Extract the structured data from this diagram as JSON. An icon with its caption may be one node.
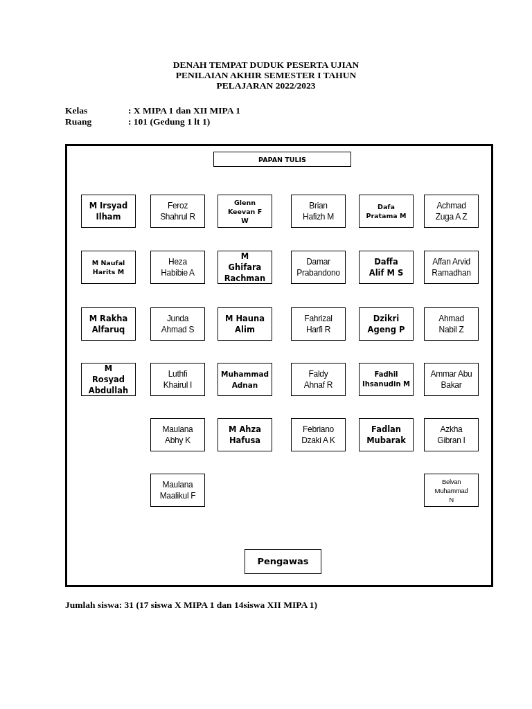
{
  "diagram": {
    "title": "DENAH TEMPAT DUDUK PESERTA UJIAN PENILAIAN AKHIR SEMESTER I TAHUN PELAJARAN 2022/2023",
    "nodes": [
      {
        "text": [],
        "shape": "box"
      },
      {
        "text": [
          "PAPAN TULIS"
        ],
        "in": 0
      },
      {
        "text": [
          "M Irsyad Ilham"
        ],
        "in": 0
      },
      {
        "text": [
          "Feroz Shahrul R"
        ],
        "in": 0
      },
      {
        "text": [
          "Glenn Keevan F W"
        ],
        "in": 0
      },
      {
        "text": [
          "Brian Hafizh M"
        ],
        "in": 0
      },
      {
        "text": [
          "Dafa Pratama M"
        ],
        "in": 0
      },
      {
        "text": [
          "Achmad Zuga A Z"
        ],
        "in": 0
      },
      {
        "text": [
          "M Naufal Harits M"
        ],
        "in": 0
      },
      {
        "text": [
          "Heza Habibie A"
        ],
        "in": 0
      },
      {
        "text": [
          "M Ghifara Rachman"
        ],
        "in": 0
      },
      {
        "text": [
          "Damar Prabandono"
        ],
        "in": 0
      },
      {
        "text": [
          "Daffa Alif M S"
        ],
        "in": 0
      },
      {
        "text": [
          "Affan Arvid Ramadhan"
        ],
        "in": 0
      },
      {
        "text": [
          "M Rakha Alfaruq"
        ],
        "in": 0
      },
      {
        "text": [
          "Junda Ahmad S"
        ],
        "in": 0
      },
      {
        "text": [
          "M Hauna Alim"
        ],
        "in": 0
      },
      {
        "text": [
          "Fahrizal Harfi R"
        ],
        "in": 0
      },
      {
        "text": [
          "Dzikri Ageng P"
        ],
        "in": 0
      },
      {
        "text": [
          "Ahmad Nabil Z"
        ],
        "in": 0
      },
      {
        "text": [
          "M Rosyad Abdullah"
        ],
        "in": 0
      },
      {
        "text": [
          "Luthfi Khairul I"
        ],
        "in": 0
      },
      {
        "text": [
          "Muhammad Adnan"
        ],
        "in": 0
      },
      {
        "text": [
          "Faldy Ahnaf R"
        ],
        "in": 0
      },
      {
        "text": [
          "Fadhil Ihsanudin M"
        ],
        "in": 0
      },
      {
        "text": [
          "Ammar Abu Bakar"
        ],
        "in": 0
      },
      {
        "text": [
          "Maulana Abhy K"
        ],
        "in": 0
      },
      {
        "text": [
          "M Ahza Hafusa"
        ],
        "in": 0
      },
      {
        "text": [
          "Febriano Dzaki A K"
        ],
        "in": 0
      },
      {
        "text": [
          "Fadlan Mubarak"
        ],
        "in": 0
      },
      {
        "text": [
          "Azkha Gibran I"
        ],
        "in": 0
      },
      {
        "text": [
          "Maulana Maalikul F"
        ],
        "in": 0
      },
      {
        "text": [
          "Belvan Muhammad N"
        ],
        "in": 0
      },
      {
        "text": [
          "Pengawas"
        ],
        "in": 0
      }
    ],
    "edges": [],
    "labels": [
      "Kelas",
      ": X MIPA 1 dan XII MIPA 1",
      "Ruang",
      ": 101 (Gedung 1 lt 1)",
      "Jumlah siswa:   31 (17 siswa X MIPA 1 dan 14siswa XII MIPA 1)"
    ]
  }
}
